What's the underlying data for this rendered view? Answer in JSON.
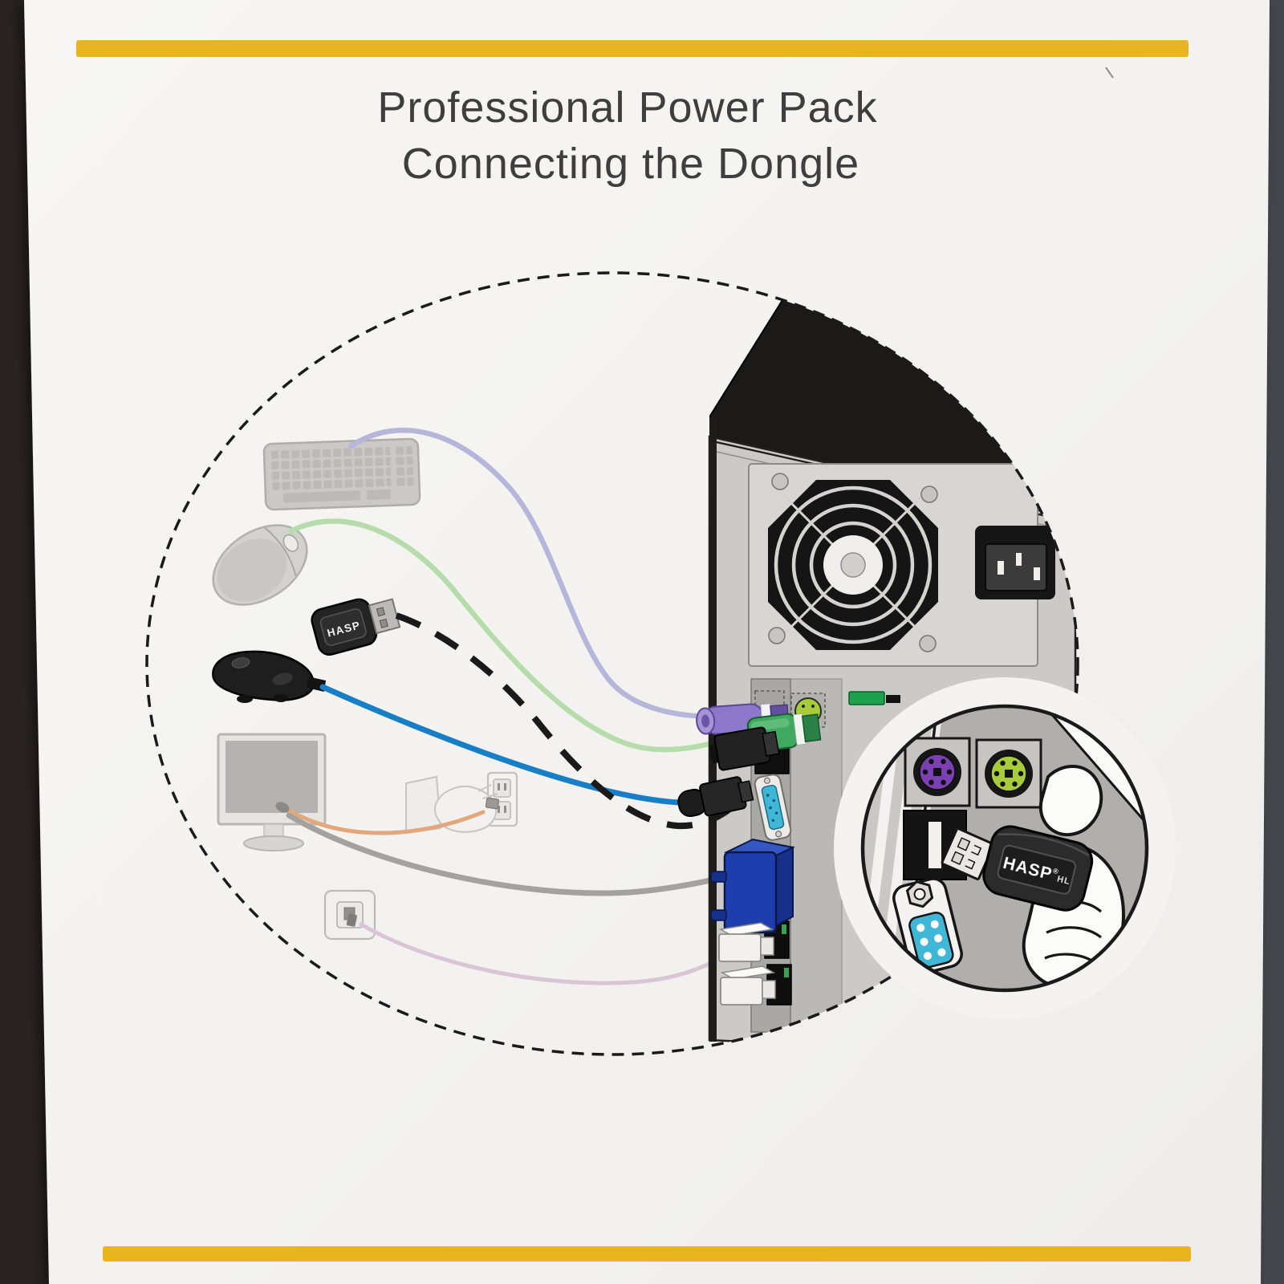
{
  "page": {
    "title_line1": "Professional Power Pack",
    "title_line2": "Connecting the Dongle",
    "kind": "printed instruction sheet photographed on a dark surface"
  },
  "dongle": {
    "label": "HASP"
  },
  "inset": {
    "dongle_brand": "HASP",
    "dongle_reg": "®",
    "dongle_model": "HL"
  },
  "diagram": {
    "faded_devices": [
      "keyboard",
      "mouse",
      "monitor",
      "hand-plugging-power-outlet",
      "phone-wall-jack"
    ],
    "active_devices": [
      "hasp-usb-dongle",
      "usb-receiver"
    ],
    "computer_features": [
      "cooling-fan",
      "power-inlet",
      "voltage-switch",
      "io-panel",
      "ps2-keyboard-port-purple",
      "ps2-mouse-port-green",
      "usb-ports",
      "serial-db9-port-teal",
      "vga-connector-blue",
      "rj11-modem-jacks"
    ],
    "cables": [
      {
        "from": "keyboard",
        "to": "ps2-purple-plug",
        "color": "#b6b5da",
        "style": "solid"
      },
      {
        "from": "mouse",
        "to": "ps2-green-plug",
        "color": "#b7dcab",
        "style": "solid"
      },
      {
        "from": "hasp-dongle",
        "to": "usb-port",
        "color": "#1a1a1a",
        "style": "dashed"
      },
      {
        "from": "usb-receiver",
        "to": "usb-plug",
        "color": "#187fc6",
        "style": "solid"
      },
      {
        "from": "monitor",
        "to": "power-outlet",
        "color": "#e2a87c",
        "style": "solid"
      },
      {
        "from": "monitor",
        "to": "vga-blue-connector",
        "color": "#a3a29f",
        "style": "solid"
      },
      {
        "from": "phone-wall-jack",
        "to": "rj11-plug",
        "color": "#d9c5d6",
        "style": "solid"
      }
    ],
    "magnifier_inset_shows": "hand inserting HASP HL dongle into USB port beside PS/2 and serial ports"
  },
  "colors": {
    "paper": "#f4f3f0",
    "backdrop_left": "#282220",
    "backdrop_right": "#43464a",
    "accent_yellow": "#e9b51f",
    "title_text": "#3e3e3e",
    "ink": "#1a1a1a",
    "pc_body": "#cbcac6",
    "pc_roof": "#1c1a19",
    "pc_panel_strip": "#a9a8a4",
    "pc_panel_band": "#bab9b5",
    "psu_plate": "#d7d6d2",
    "port_purple": "#7a3fb0",
    "port_green": "#a6cc3b",
    "ps2_plug_purple": "#8d77cb",
    "ps2_plug_purple_dark": "#64509f",
    "ps2_plug_green": "#41a95f",
    "ps2_plug_green_dark": "#2a8047",
    "serial_teal": "#41b7d8",
    "vga_blue": "#1e3eae",
    "vga_blue_light": "#3557c2",
    "vga_blue_dark": "#16308c",
    "rj_white": "#f2f1ed",
    "switch_green": "#1ca24d",
    "cable_lavender": "#b6b5da",
    "cable_green": "#b7dcab",
    "cable_blue": "#187fc6",
    "cable_orange": "#e2a87c",
    "cable_gray": "#a3a29f",
    "cable_pink": "#d9c5d6",
    "faded_fill": "#d8d7d4",
    "faded_stroke": "#b5b4b1",
    "inset_panel": "#b0afac",
    "white": "#fbfbfa"
  }
}
